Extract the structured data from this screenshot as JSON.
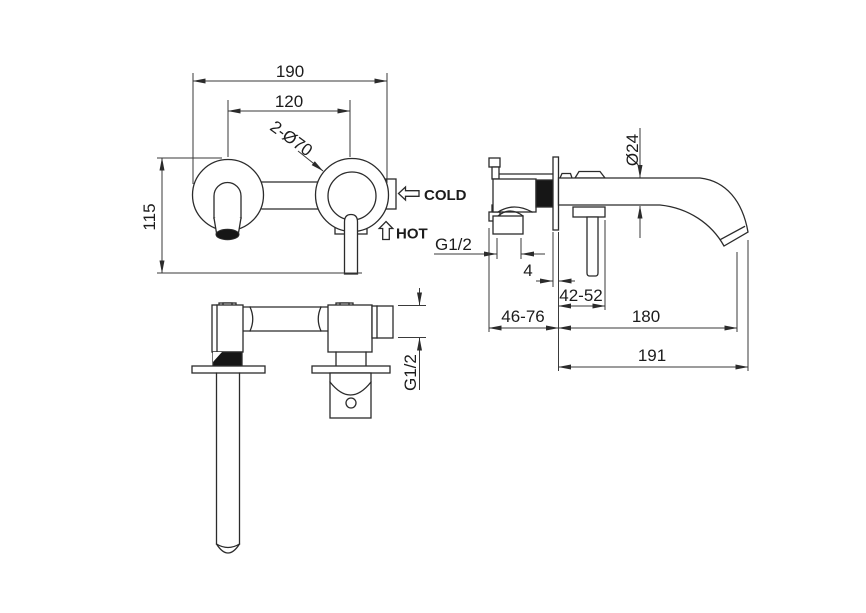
{
  "page": {
    "background": "#ffffff",
    "line_color": "#2b2b2b"
  },
  "views": {
    "front": {
      "dims": {
        "overall_width": "190",
        "center_distance": "120",
        "escutcheons": "2-Ø70",
        "overall_height": "115"
      },
      "flow_labels": {
        "cold": "COLD",
        "hot": "HOT"
      }
    },
    "side": {
      "dims": {
        "spout_diameter": "Ø24",
        "escutcheon_offset": "4",
        "handle_projection_range": "42-52",
        "embed_depth_range": "46-76",
        "spout_reach": "180",
        "overall_projection": "191"
      },
      "outlet_thread": "G1/2"
    },
    "plan": {
      "inlet_thread": "G1/2"
    }
  }
}
